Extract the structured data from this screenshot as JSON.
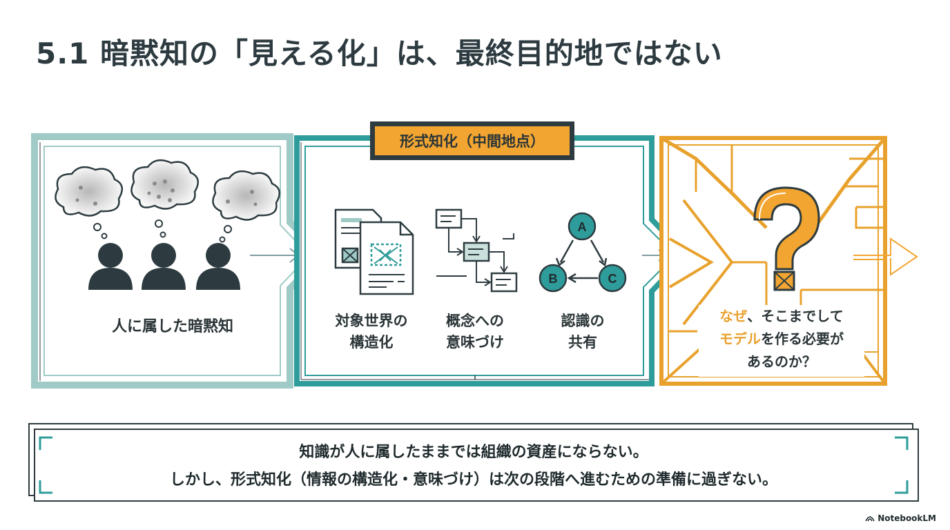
{
  "title": "5.1 暗黙知の「見える化」は、最終目的地ではない",
  "phase1": {
    "label": "人に属した暗黙知"
  },
  "phase2": {
    "badge": "形式知化（中間地点）",
    "steps": [
      {
        "label": "対象世界の\n構造化"
      },
      {
        "label": "概念への\n意味づけ"
      },
      {
        "label": "認識の\n共有"
      }
    ],
    "nodes": [
      "A",
      "B",
      "C"
    ]
  },
  "phase3": {
    "q_line1_hl": "なぜ",
    "q_line1_rest": "、そこまでして",
    "q_line2_hl": "モデル",
    "q_line2_rest": "を作る必要が",
    "q_line3": "あるのか？"
  },
  "summary": {
    "line1": "知識が人に属したままでは組織の資産にならない。",
    "line2": "しかし、形式知化（情報の構造化・意味づけ）は次の段階へ進むための準備に過ぎない。"
  },
  "brand": "NotebookLM",
  "colors": {
    "teal": "#2e9c9a",
    "teal_light": "#9fcac6",
    "orange": "#e8a12c",
    "dark": "#2d3b40"
  }
}
